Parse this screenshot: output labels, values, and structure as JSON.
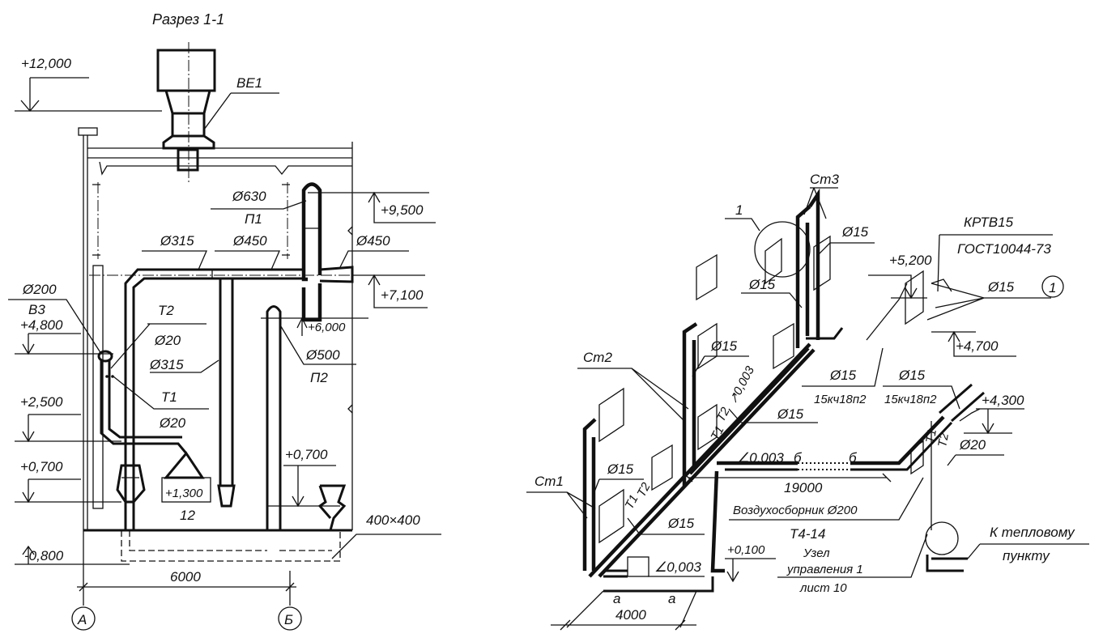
{
  "section": {
    "title": "Разрез 1-1",
    "levels": {
      "l12000": "+12,000",
      "l9500": "+9,500",
      "l7100": "+7,100",
      "l6000": "+6,000",
      "l4800": "+4,800",
      "l2500": "+2,500",
      "l0700a": "+0,700",
      "l1300": "+1,300",
      "l0700b": "+0,700",
      "lm0800": "-0,800"
    },
    "labels": {
      "ve1": "ВЕ1",
      "d630": "Ø630",
      "p1": "П1",
      "d315a": "Ø315",
      "d450a": "Ø450",
      "d450b": "Ø450",
      "d200": "Ø200",
      "b3": "В3",
      "t2": "Т2",
      "d20a": "Ø20",
      "d315b": "Ø315",
      "d500": "Ø500",
      "p2": "П2",
      "t1": "Т1",
      "d20b": "Ø20",
      "n12": "12",
      "duct": "400×400",
      "span": "6000",
      "axisA": "А",
      "axisB": "Б"
    }
  },
  "isometric": {
    "labels": {
      "st3": "Ст3",
      "callout1": "1",
      "d15a": "Ø15",
      "d15b": "Ø15",
      "l5200": "+5,200",
      "valve": "КРТВ15",
      "gost": "ГОСТ10044-73",
      "d15c": "Ø15",
      "node1": "1",
      "l4700": "+4,700",
      "st2": "Ст2",
      "d15d": "Ø15",
      "slope1": "↗0,003",
      "t2a": "Т2",
      "t1a": "Т1",
      "d15e": "Ø15",
      "d15f": "Ø15",
      "d15g": "Ø15",
      "v1": "15кч18п2",
      "v2": "15кч18п2",
      "l4300": "+4,300",
      "d20": "Ø20",
      "slope2": "∠0,003",
      "b1": "б",
      "b2": "б",
      "len19000": "19000",
      "air": "Воздухосборник Ø200",
      "t1b": "Т1",
      "t2b": "Т2",
      "st1": "Ст1",
      "d15h": "Ø15",
      "d15i": "Ø15",
      "t1c": "Т1",
      "t2c": "Т2",
      "t414": "Т4-14",
      "uzel": "Узел",
      "uprav": "управления 1",
      "list": "лист 10",
      "kteplo": "К тепловому",
      "punkt": "пункту",
      "l0100": "+0,100",
      "slope3": "∠0,003",
      "a1": "а",
      "a2": "а",
      "len4000": "4000"
    }
  }
}
